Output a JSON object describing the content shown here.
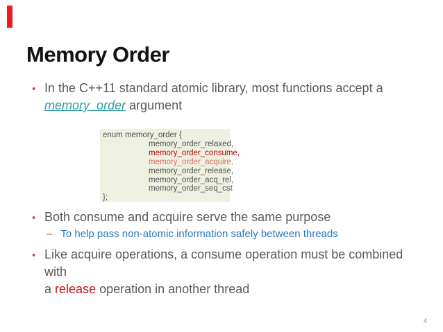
{
  "slide": {
    "title": "Memory Order",
    "page_number": "4"
  },
  "glyphs": {
    "bullet": "•",
    "dash": "–"
  },
  "colors": {
    "accent_bar": "#ed1b23",
    "title": "#121212",
    "body_text": "#595959",
    "bullet_marker": "#c0504d",
    "link": "#2d9da5",
    "sub_bullet_text": "#2878be",
    "code_background": "#eef1e2",
    "code_text": "#4d4d4d",
    "code_consume_red": "#c00000",
    "code_acquire_salmon": "#d9695c",
    "emphasis_red": "#cc1111",
    "page_number": "#808080"
  },
  "bullet1": {
    "line1": "In the C++11 standard atomic library, most functions accept a",
    "link": "memory_order",
    "line2_rest": " argument"
  },
  "code_block": {
    "lines": [
      "enum memory_order {",
      "memory_order_relaxed,",
      "memory_order_consume,",
      "memory_order_acquire,",
      "memory_order_release,",
      "memory_order_acq_rel,",
      "memory_order_seq_cst",
      "};"
    ]
  },
  "bullet2": {
    "text": "Both consume and acquire serve the same purpose",
    "sub": "To help pass non-atomic information safely between threads"
  },
  "bullet3": {
    "line1": "Like acquire operations, a consume operation must be combined with",
    "line2_pre": "a ",
    "line2_red": "release",
    "line2_post": " operation in another thread"
  }
}
